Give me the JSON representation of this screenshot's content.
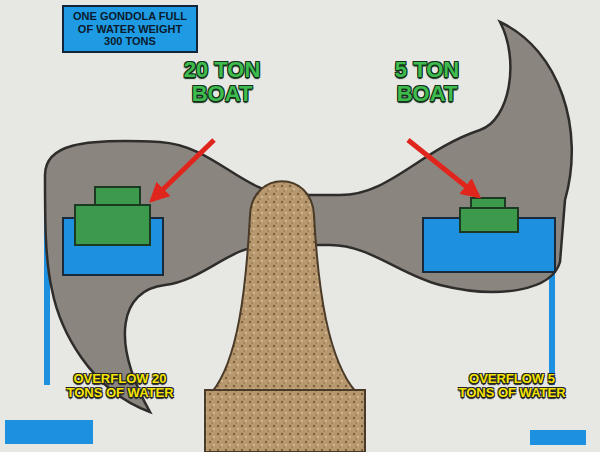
{
  "diagram": {
    "nodes": [
      {
        "text": [
          "ONE GONDOLA FULL OF WATER WEIGHT 300 TONS"
        ]
      }
    ],
    "labels": [
      "20 TON BOAT",
      "5 TON BOAT",
      "OVERFLOW 20 TONS OF WATER",
      "OVERFLOW 5 TONS OF WATER"
    ]
  }
}
